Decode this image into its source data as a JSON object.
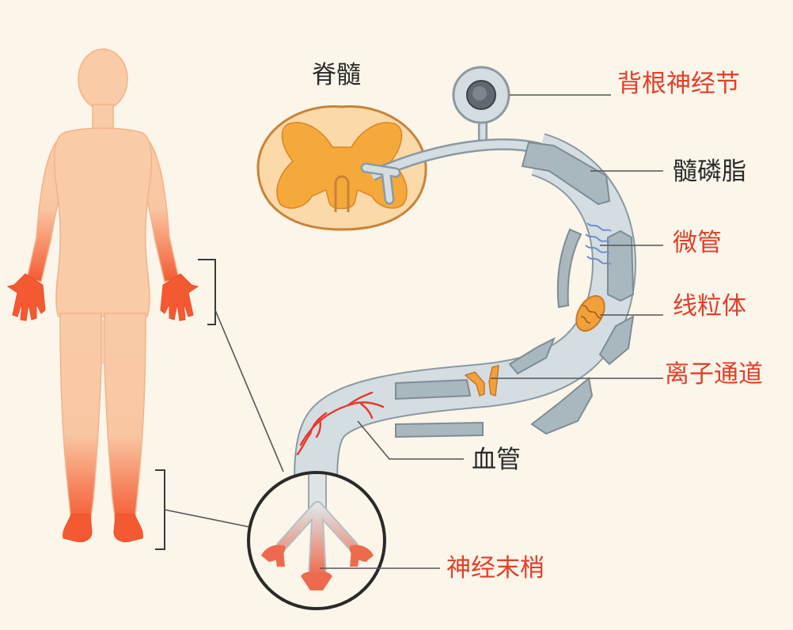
{
  "labels": {
    "spinal_cord": "脊髓",
    "dorsal_root_ganglion": "背根神经节",
    "myelin": "髓磷脂",
    "microtubule": "微管",
    "mitochondria": "线粒体",
    "ion_channel": "离子通道",
    "blood_vessel": "血管",
    "nerve_ending": "神经末梢"
  },
  "colors": {
    "background": "#fbf5ea",
    "highlight_label": "#e0402a",
    "plain_label": "#2a2a2a",
    "body_skin": "#f9cba7",
    "body_burn": "#f45a32",
    "spinal_outer": "#fbd9a8",
    "spinal_grey_matter": "#f5a93a",
    "axon": "#d4dde2",
    "axon_outline": "#8a9aa2",
    "myelin_sheath": "#a9b7bf",
    "vessel": "#e8382a",
    "mitochondria": "#f2a03a"
  }
}
